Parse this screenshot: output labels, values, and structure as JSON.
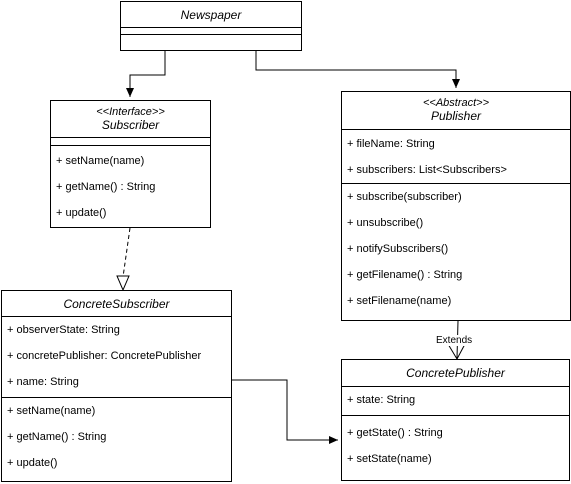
{
  "classes": {
    "newspaper": {
      "name": "Newspaper"
    },
    "subscriber": {
      "stereotype": "<<Interface>>",
      "name": "Subscriber",
      "methods": [
        "+ setName(name)",
        "+ getName() : String",
        "+ update()"
      ]
    },
    "publisher": {
      "stereotype": "<<Abstract>>",
      "name": "Publisher",
      "attributes": [
        "+ fileName: String",
        "+ subscribers: List<Subscribers>"
      ],
      "methods": [
        "+ subscribe(subscriber)",
        "+ unsubscribe()",
        "+ notifySubscribers()",
        "+ getFilename() : String",
        "+ setFilename(name)"
      ]
    },
    "concrete_subscriber": {
      "name": "ConcreteSubscriber",
      "attributes": [
        "+ observerState: String",
        "+ concretePublisher: ConcretePublisher",
        "+ name: String"
      ],
      "methods": [
        "+ setName(name)",
        "+ getName() : String",
        "+ update()"
      ]
    },
    "concrete_publisher": {
      "name": "ConcretePublisher",
      "attributes": [
        "+ state: String"
      ],
      "methods": [
        "+ getState() : String",
        "+ setState(name)"
      ]
    }
  },
  "edges": {
    "extends_label": "Extends"
  }
}
